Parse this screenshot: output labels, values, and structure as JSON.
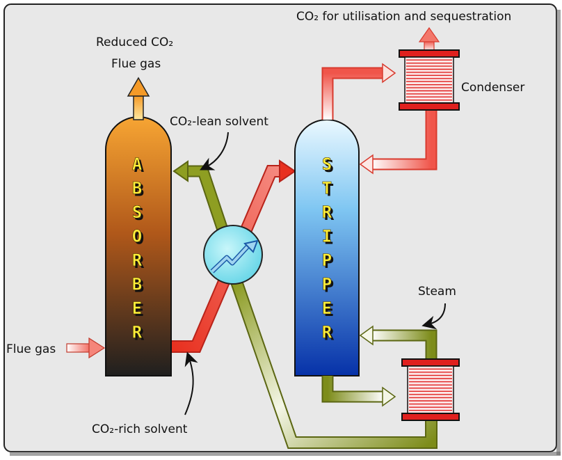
{
  "labels": {
    "co2_product": "CO₂ for utilisation and sequestration",
    "reduced_line1": "Reduced CO₂",
    "reduced_line2": "Flue gas",
    "lean_solvent": "CO₂-lean solvent",
    "rich_solvent": "CO₂-rich solvent",
    "condenser": "Condenser",
    "steam": "Steam",
    "flue_gas": "Flue gas"
  },
  "absorber": {
    "letters": [
      "A",
      "B",
      "S",
      "O",
      "R",
      "B",
      "E",
      "R"
    ]
  },
  "stripper": {
    "letters": [
      "S",
      "T",
      "R",
      "I",
      "P",
      "P",
      "E",
      "R"
    ]
  },
  "colors": {
    "background": "#e8e8e8",
    "absorber_top": "#f5a030",
    "absorber_bottom": "#1e1e1e",
    "stripper_top": "#e6f6ff",
    "stripper_bottom": "#0a3aa8",
    "rich_pipe": "#e63324",
    "lean_pipe": "#7a8a1a",
    "condenser_plate": "#e0201e",
    "heat_exchanger": "#8fe3ef",
    "letter_fill": "#ffef3a"
  }
}
